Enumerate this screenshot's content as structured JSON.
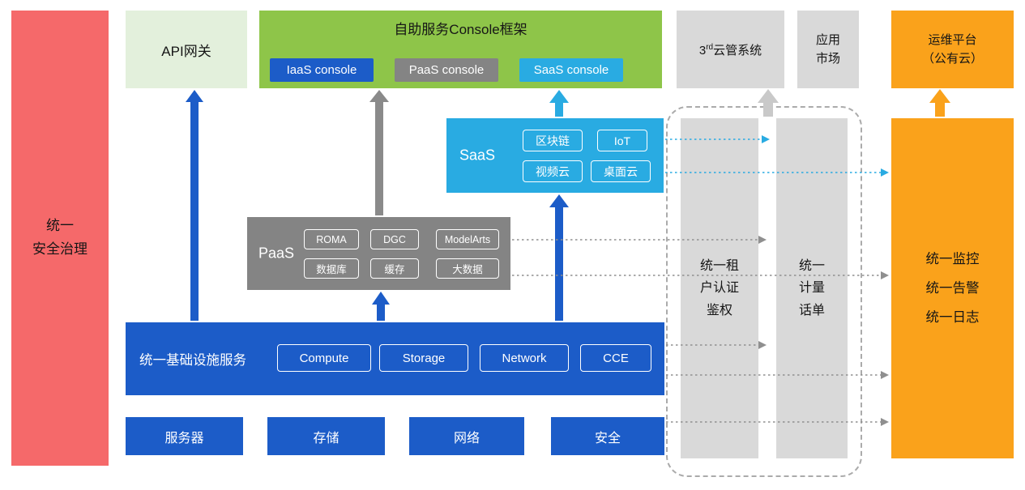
{
  "colors": {
    "blue": "#1C5CC8",
    "cyan": "#29ABE2",
    "gray": "#848484",
    "light_gray": "#D9D9D9",
    "orange": "#FAA21B",
    "red": "#F5696A",
    "green": "#8EC549",
    "light_green": "#E3F0DC"
  },
  "security_bar": {
    "label": "统一\n安全治理"
  },
  "api_gateway": {
    "label": "API网关"
  },
  "console_frame": {
    "title": "自助服务Console框架",
    "iaas_console": "IaaS console",
    "paas_console": "PaaS console",
    "saas_console": "SaaS console"
  },
  "third_party_cms": {
    "prefix": "3",
    "sup": "rd",
    "suffix": "云管系统"
  },
  "app_market": {
    "label": "应用\n市场"
  },
  "om_platform": {
    "label": "运维平台\n（公有云）"
  },
  "saas": {
    "label": "SaaS",
    "items": [
      "区块链",
      "IoT",
      "视频云",
      "桌面云"
    ]
  },
  "paas": {
    "label": "PaaS",
    "items": [
      "ROMA",
      "DGC",
      "ModelArts",
      "数据库",
      "缓存",
      "大数据"
    ]
  },
  "iaas": {
    "label": "统一基础设施服务",
    "items": [
      "Compute",
      "Storage",
      "Network",
      "CCE"
    ]
  },
  "hardware": {
    "items": [
      "服务器",
      "存储",
      "网络",
      "安全"
    ]
  },
  "auth_column": {
    "label": "统一租\n户认证\n鉴权"
  },
  "billing_column": {
    "label": "统一\n计量\n话单"
  },
  "monitoring_bar": {
    "label": "统一监控\n统一告警\n统一日志"
  }
}
